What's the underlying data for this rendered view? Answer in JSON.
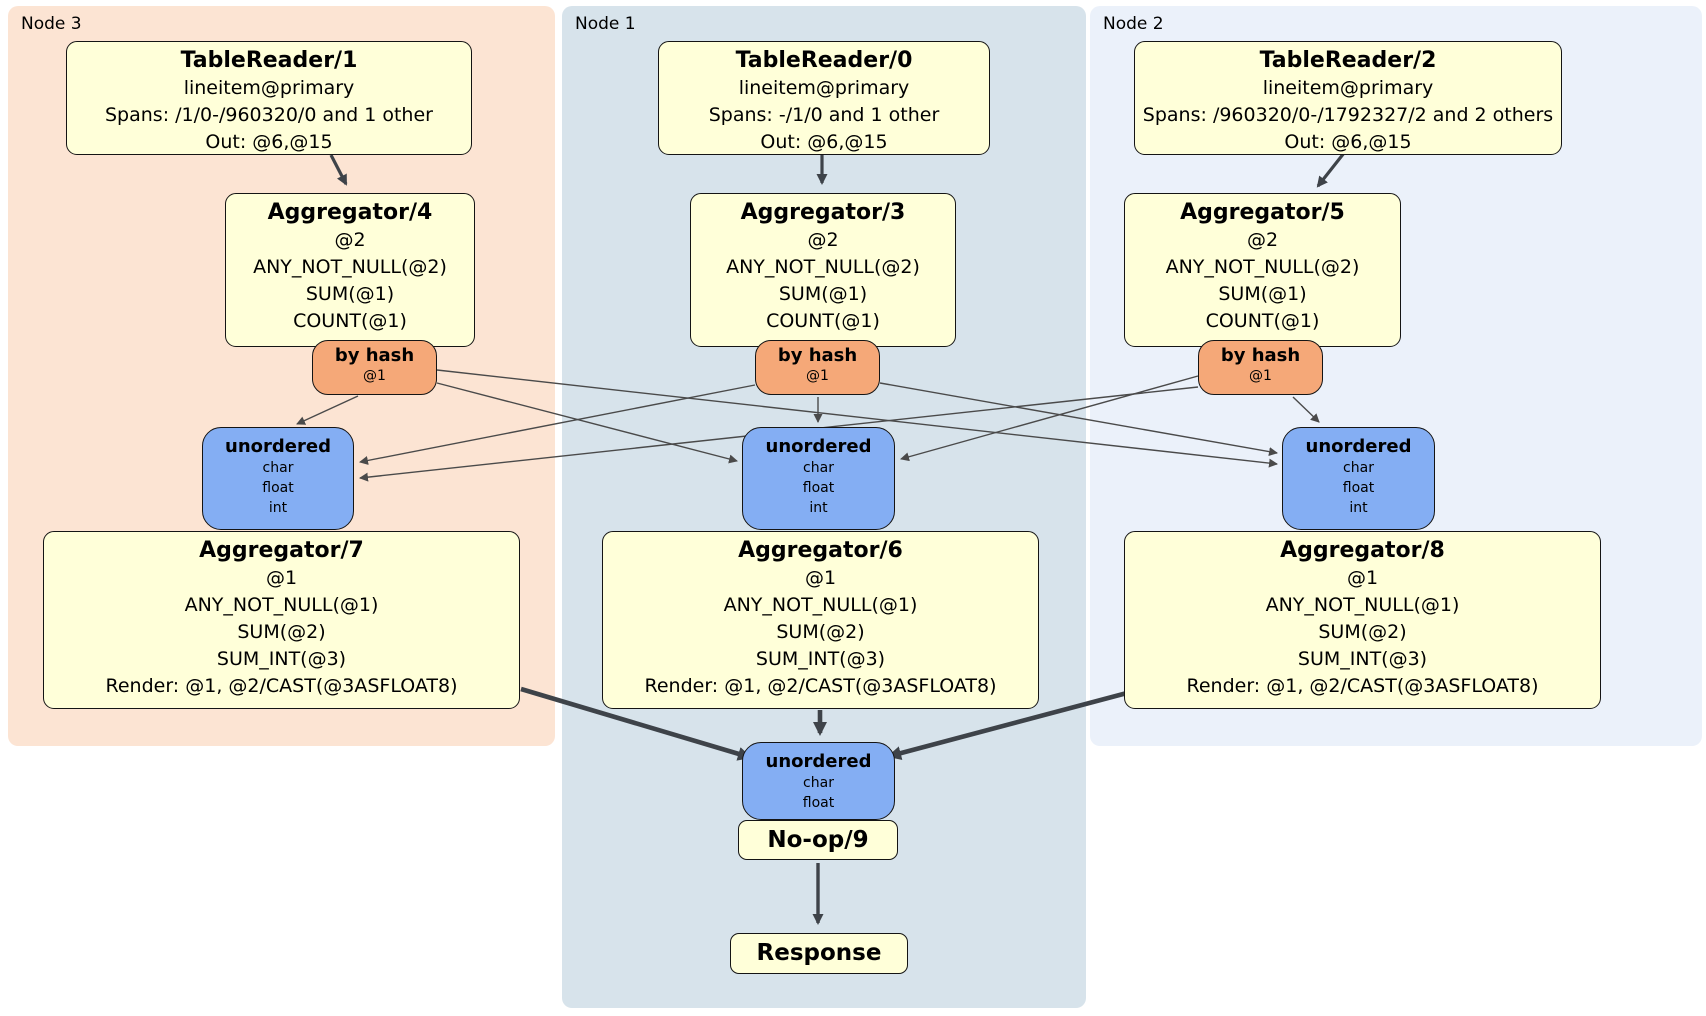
{
  "groups": {
    "node3": {
      "label": "Node 3"
    },
    "node1": {
      "label": "Node 1"
    },
    "node2": {
      "label": "Node 2"
    }
  },
  "processors": {
    "tr1": {
      "title": "TableReader/1",
      "lines": [
        "lineitem@primary",
        "Spans: /1/0-/960320/0 and 1 other",
        "Out: @6,@15"
      ]
    },
    "tr0": {
      "title": "TableReader/0",
      "lines": [
        "lineitem@primary",
        "Spans: -/1/0 and 1 other",
        "Out: @6,@15"
      ]
    },
    "tr2": {
      "title": "TableReader/2",
      "lines": [
        "lineitem@primary",
        "Spans: /960320/0-/1792327/2 and 2 others",
        "Out: @6,@15"
      ]
    },
    "agg4": {
      "title": "Aggregator/4",
      "lines": [
        "@2",
        "ANY_NOT_NULL(@2)",
        "SUM(@1)",
        "COUNT(@1)"
      ]
    },
    "agg3": {
      "title": "Aggregator/3",
      "lines": [
        "@2",
        "ANY_NOT_NULL(@2)",
        "SUM(@1)",
        "COUNT(@1)"
      ]
    },
    "agg5": {
      "title": "Aggregator/5",
      "lines": [
        "@2",
        "ANY_NOT_NULL(@2)",
        "SUM(@1)",
        "COUNT(@1)"
      ]
    },
    "agg7": {
      "title": "Aggregator/7",
      "lines": [
        "@1",
        "ANY_NOT_NULL(@1)",
        "SUM(@2)",
        "SUM_INT(@3)",
        "Render: @1, @2/CAST(@3ASFLOAT8)"
      ]
    },
    "agg6": {
      "title": "Aggregator/6",
      "lines": [
        "@1",
        "ANY_NOT_NULL(@1)",
        "SUM(@2)",
        "SUM_INT(@3)",
        "Render: @1, @2/CAST(@3ASFLOAT8)"
      ]
    },
    "agg8": {
      "title": "Aggregator/8",
      "lines": [
        "@1",
        "ANY_NOT_NULL(@1)",
        "SUM(@2)",
        "SUM_INT(@3)",
        "Render: @1, @2/CAST(@3ASFLOAT8)"
      ]
    },
    "noop": {
      "title": "No-op/9"
    },
    "response": {
      "title": "Response"
    }
  },
  "routers": {
    "hash3": {
      "title": "by hash",
      "lines": [
        "@1"
      ]
    },
    "hash1": {
      "title": "by hash",
      "lines": [
        "@1"
      ]
    },
    "hash2": {
      "title": "by hash",
      "lines": [
        "@1"
      ]
    }
  },
  "syncs": {
    "sync3": {
      "title": "unordered",
      "lines": [
        "char",
        "float",
        "int"
      ]
    },
    "sync1": {
      "title": "unordered",
      "lines": [
        "char",
        "float",
        "int"
      ]
    },
    "sync2": {
      "title": "unordered",
      "lines": [
        "char",
        "float",
        "int"
      ]
    },
    "syncFinal": {
      "title": "unordered",
      "lines": [
        "char",
        "float"
      ]
    }
  },
  "colors": {
    "node3_panel": "#fce4d3",
    "node1_panel": "#d7e3eb",
    "node2_panel": "#ebf1fa",
    "processor_fill": "#ffffd9",
    "router_fill": "#f5a878",
    "sync_fill": "#84aef3",
    "edge_thin": "#4a4a4a",
    "edge_thick": "#3e4349"
  }
}
